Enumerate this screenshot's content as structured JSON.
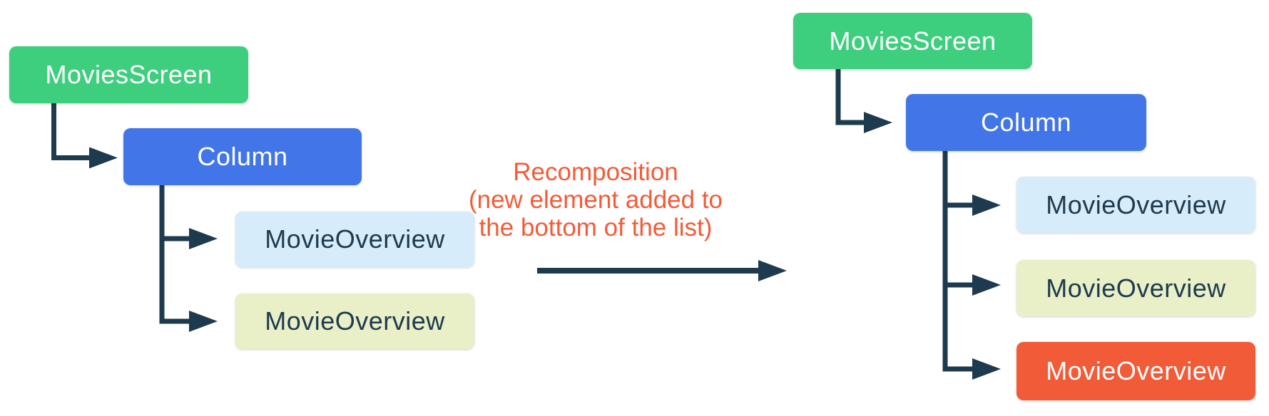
{
  "left_tree": {
    "root": "MoviesScreen",
    "column": "Column",
    "children": [
      "MovieOverview",
      "MovieOverview"
    ]
  },
  "annotation": {
    "lines": [
      "Recomposition",
      "(new element added to",
      "the bottom of the list)"
    ]
  },
  "right_tree": {
    "root": "MoviesScreen",
    "column": "Column",
    "children": [
      "MovieOverview",
      "MovieOverview",
      "MovieOverview"
    ],
    "new_child_index": 2
  },
  "colors": {
    "node_green": "#3ecf7e",
    "node_blue": "#4276e8",
    "node_light_blue": "#d7ecfa",
    "node_light_yellow": "#e9efc7",
    "node_orange": "#f25b38",
    "annotation_orange": "#f25b38",
    "connector_navy": "#1e3a4e",
    "dark_text": "#1e3a4e",
    "light_text": "#ffffff"
  }
}
